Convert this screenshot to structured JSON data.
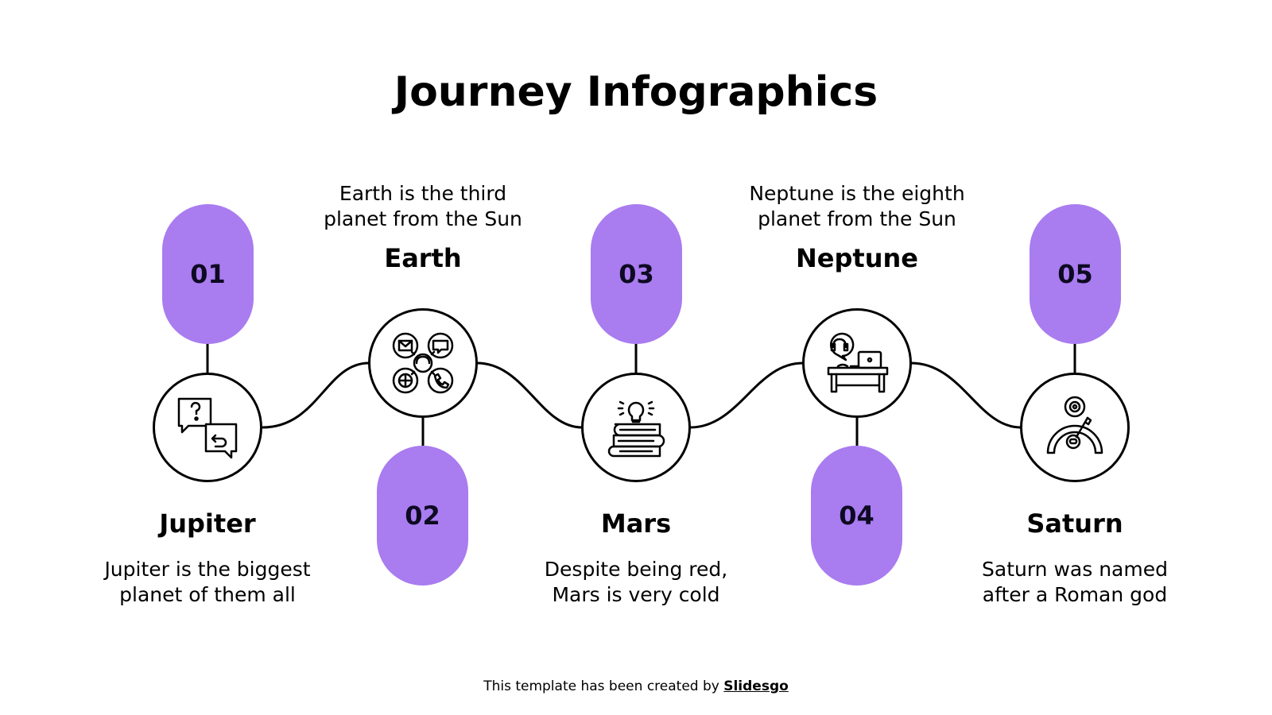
{
  "title": "Journey Infographics",
  "accent_color": "#a97cf0",
  "steps": [
    {
      "number": "01",
      "name": "Jupiter",
      "description_line1": "Jupiter is the biggest",
      "description_line2": "planet of them all",
      "icon": "question-answer-chat-icon"
    },
    {
      "number": "02",
      "name": "Earth",
      "description_line1": "Earth is the third",
      "description_line2": "planet from the Sun",
      "icon": "customer-support-channels-icon"
    },
    {
      "number": "03",
      "name": "Mars",
      "description_line1": "Despite being red,",
      "description_line2": "Mars is very cold",
      "icon": "books-lightbulb-icon"
    },
    {
      "number": "04",
      "name": "Neptune",
      "description_line1": "Neptune is the eighth",
      "description_line2": "planet from the Sun",
      "icon": "helpdesk-workstation-icon"
    },
    {
      "number": "05",
      "name": "Saturn",
      "description_line1": "Saturn was named",
      "description_line2": "after a Roman god",
      "icon": "gear-gauge-key-icon"
    }
  ],
  "footer": {
    "prefix": "This template has been created by ",
    "brand": "Slidesgo"
  }
}
